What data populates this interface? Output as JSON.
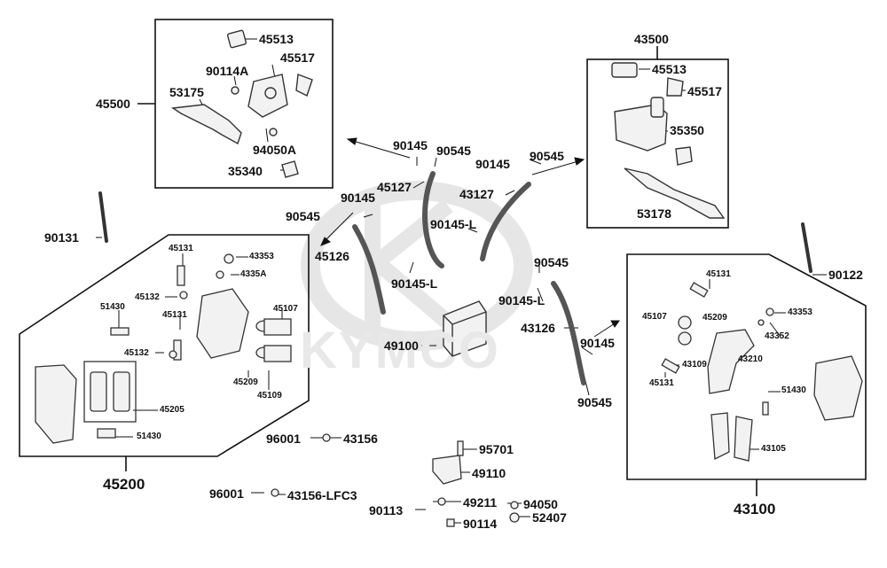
{
  "watermark": {
    "brand": "KYMCO"
  },
  "labels": {
    "l45500": "45500",
    "l45513a": "45513",
    "l45517a": "45517",
    "l90114A": "90114A",
    "l53175": "53175",
    "l94050A": "94050A",
    "l35340": "35340",
    "l43500": "43500",
    "l45513b": "45513",
    "l45517b": "45517",
    "l35350": "35350",
    "l53178": "53178",
    "l90145a": "90145",
    "l90545a": "90545",
    "l90145b": "90145",
    "l90545b": "90545",
    "l45127": "45127",
    "l43127": "43127",
    "l90145c": "90145",
    "l90545c": "90545",
    "l90145La": "90145-L",
    "l45126": "45126",
    "l90145Lb": "90145-L",
    "l90131": "90131",
    "l90545d": "90545",
    "l90145Lc": "90145-L",
    "l43126": "43126",
    "l90145d": "90145",
    "l90545e": "90545",
    "l49100": "49100",
    "l90122": "90122",
    "l45131a": "45131",
    "l43353a": "43353",
    "l4335A": "4335A",
    "l45132a": "45132",
    "l45107a": "45107",
    "l51430a": "51430",
    "l45131b": "45131",
    "l45132b": "45132",
    "l45209a": "45209",
    "l45109": "45109",
    "l45205": "45205",
    "l51430b": "51430",
    "l45200": "45200",
    "l45131c": "45131",
    "l45107b": "45107",
    "l45209b": "45209",
    "l43353b": "43353",
    "l43352": "43352",
    "l43109": "43109",
    "l43210": "43210",
    "l45131d": "45131",
    "l51430c": "51430",
    "l43105": "43105",
    "l43100": "43100",
    "l96001a": "96001",
    "l43156": "43156",
    "l95701": "95701",
    "l49110": "49110",
    "l96001b": "96001",
    "l43156LFC3": "43156-LFC3",
    "l49211": "49211",
    "l94050": "94050",
    "l90113": "90113",
    "l52407": "52407",
    "l90114": "90114"
  },
  "colors": {
    "line": "#111111",
    "part_fill": "#f2f2f2",
    "part_stroke": "#333333",
    "hose": "#666666",
    "watermark": "#e6e6e6"
  }
}
